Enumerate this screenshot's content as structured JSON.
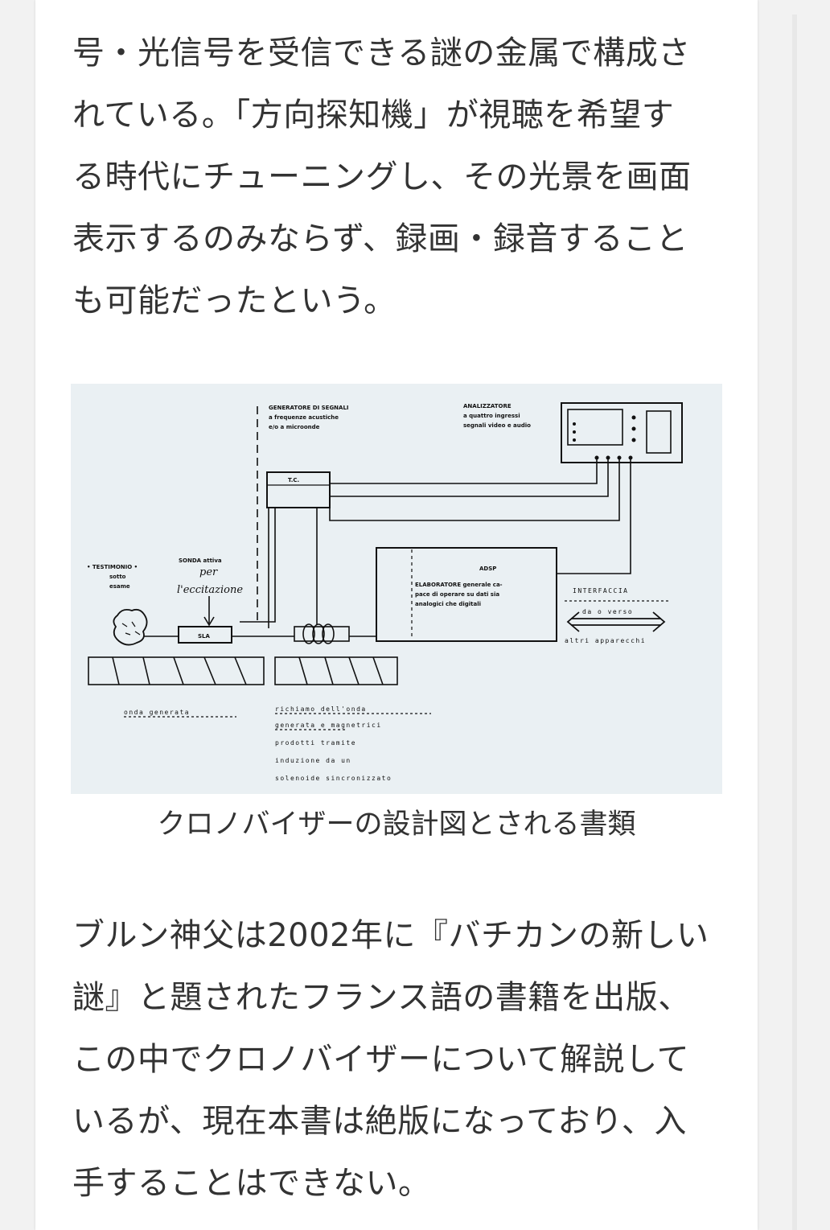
{
  "article": {
    "paragraph_top": [
      "号・光信号を受信できる謎の金属で構成さ",
      "れている。「方向探知機」が視聴を希望す",
      "る時代にチューニングし、その光景を画面",
      "表示するのみならず、録画・録音すること",
      "も可能だったという。"
    ],
    "figure_caption": "クロノバイザーの設計図とされる書類",
    "paragraph_bottom": [
      "ブルン神父は2002年に『バチカンの新しい",
      "謎』と題されたフランス語の書籍を出版、",
      "この中でクロノバイザーについて解説して",
      "いるが、現在本書は絶版になっており、入",
      "手することはできない。"
    ]
  },
  "diagram": {
    "generatore": [
      "GENERATORE DI SEGNALI",
      "a frequenze acustiche",
      "e/o a microonde"
    ],
    "analizzatore": [
      "ANALIZZATORE",
      "a quattro ingressi",
      "segnali video e audio"
    ],
    "tc": "T.C.",
    "testimonio": [
      "• TESTIMONIO •",
      "sotto",
      "esame"
    ],
    "sonda": [
      "SONDA attiva"
    ],
    "handwritten": [
      "per",
      "l'eccitazione"
    ],
    "sla": "SLA",
    "adsp": "ADSP",
    "elaboratore": [
      "ELABORATORE generale ca-",
      "pace di operare su dati sia",
      "analogici che digitali"
    ],
    "interfaccia": [
      "INTERFACCIA",
      "da o verso",
      "altri apparecchi"
    ],
    "onda": "onda generata",
    "richiamo": [
      "richiamo dell'onda",
      "generata e magnetrici",
      "prodotti tramite",
      "induzione da un",
      "solenoide sincronizzato"
    ]
  },
  "colors": {
    "background": "#f2f2f2",
    "card": "#ffffff",
    "text": "#333333",
    "figure_bg": "#eaf0f3",
    "ink": "#111111"
  }
}
